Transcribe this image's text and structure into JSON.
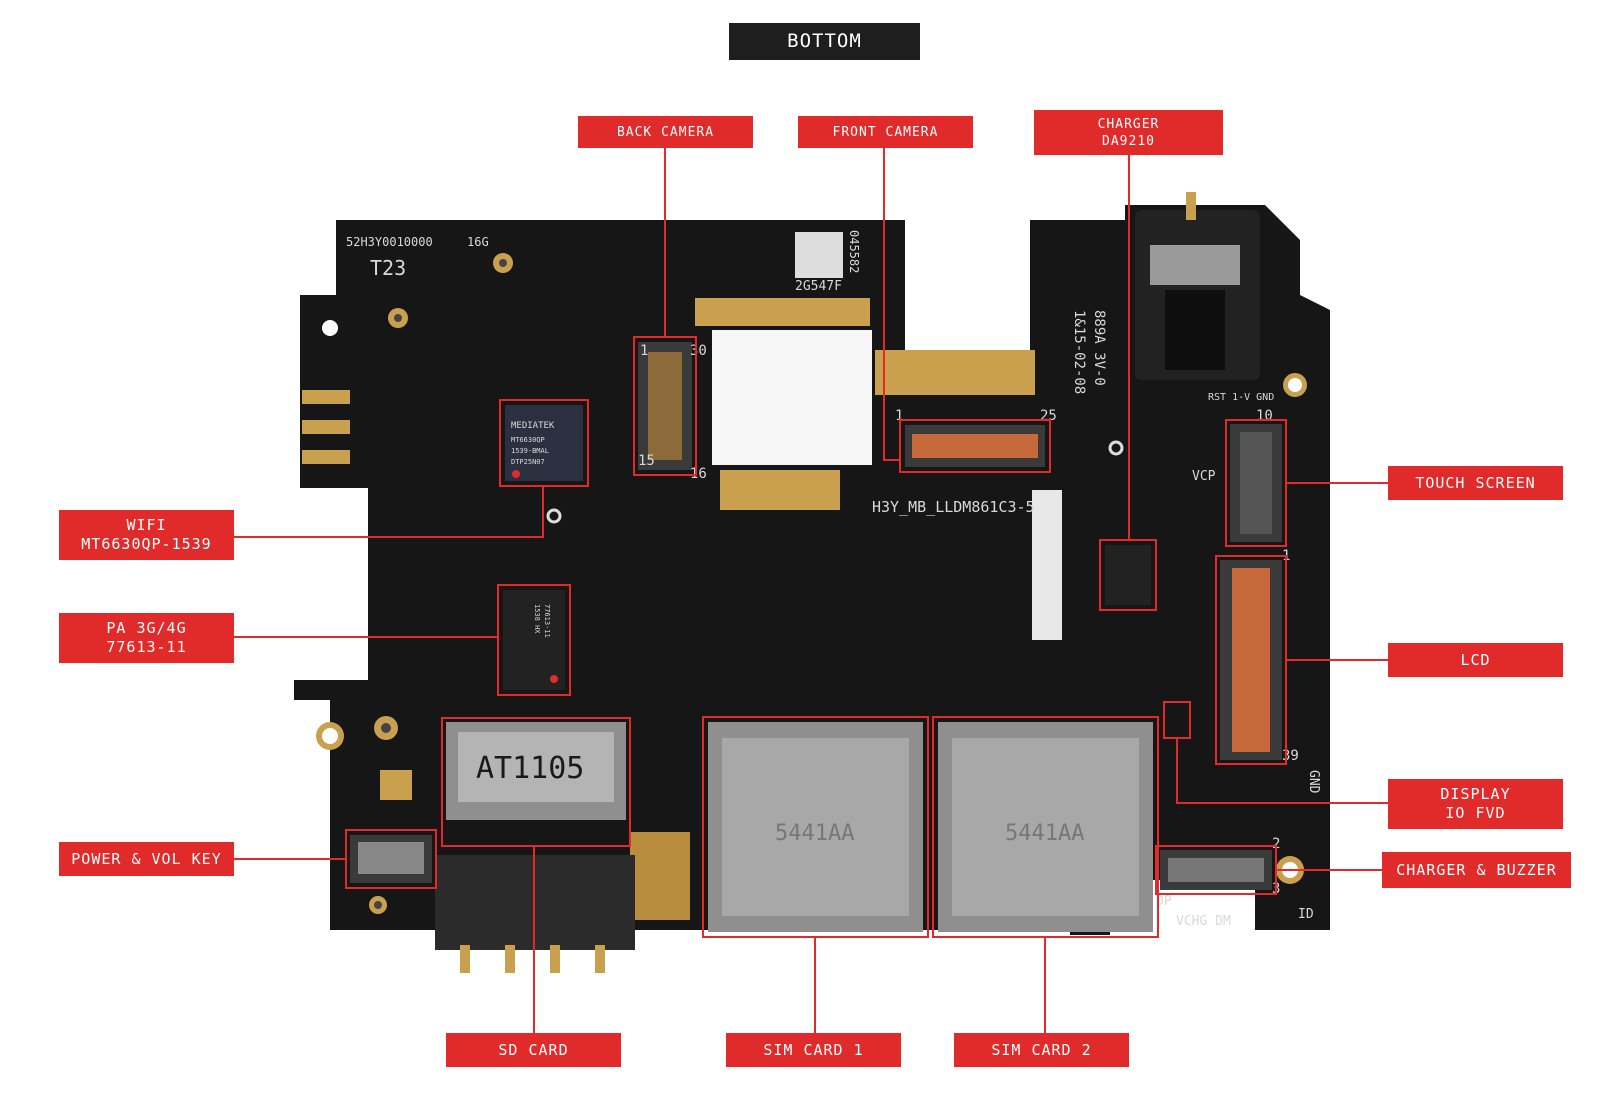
{
  "header": {
    "title": "BOTTOM"
  },
  "board_silkscreen": {
    "serial": "52H3Y0010000",
    "capacity": "16G",
    "model": "T23",
    "barcode_text": "2G547F",
    "barcode_num": "045582",
    "board_name": "H3Y_MB_LLDM861C3-5",
    "pcb_code_1": "889A 3V-0",
    "pcb_code_2": "1&15-02-08",
    "sd_chip": "AT1105",
    "sim1_chip": "5441AA",
    "sim2_chip": "5441AA",
    "wifi_chip_lines": [
      "MEDIATEK",
      "MT6630QP",
      "1539-BMAL",
      "DTP25N07"
    ],
    "pa_chip_lines": [
      "77613-11",
      "1538 HX"
    ],
    "pin_back_1": "1",
    "pin_back_30": "30",
    "pin_back_15": "15",
    "pin_back_16": "16",
    "pin_front_1": "1",
    "pin_front_25": "25",
    "pin_touch_10": "10",
    "pin_touch_1": "1",
    "pin_lcd_1": "1",
    "pin_lcd_39": "39",
    "pin_chg_2": "2",
    "pin_chg_3": "3",
    "label_gnd": "GND",
    "label_vcp": "VCP",
    "label_id": "ID",
    "label_dm": "VCHG DM",
    "label_dp": "DP",
    "label_rst": "RST 1-V GND"
  },
  "callouts": {
    "back_camera": "BACK CAMERA",
    "front_camera": "FRONT CAMERA",
    "charger_line1": "CHARGER",
    "charger_line2": "DA9210",
    "wifi_line1": "WIFI",
    "wifi_line2": "MT6630QP-1539",
    "pa_line1": "PA 3G/4G",
    "pa_line2": "77613-11",
    "power_vol": "POWER & VOL KEY",
    "touch_screen": "TOUCH SCREEN",
    "lcd": "LCD",
    "display_line1": "DISPLAY",
    "display_line2": "IO FVD",
    "charger_buzzer": "CHARGER & BUZZER",
    "sd_card": "SD CARD",
    "sim_card_1": "SIM CARD 1",
    "sim_card_2": "SIM CARD 2"
  },
  "colors": {
    "callout_red": "#e12a2a",
    "pcb": "#1a1a1a",
    "gold": "#c9a04e",
    "copper": "#c66a3c",
    "metal": "#8f8f8f"
  }
}
